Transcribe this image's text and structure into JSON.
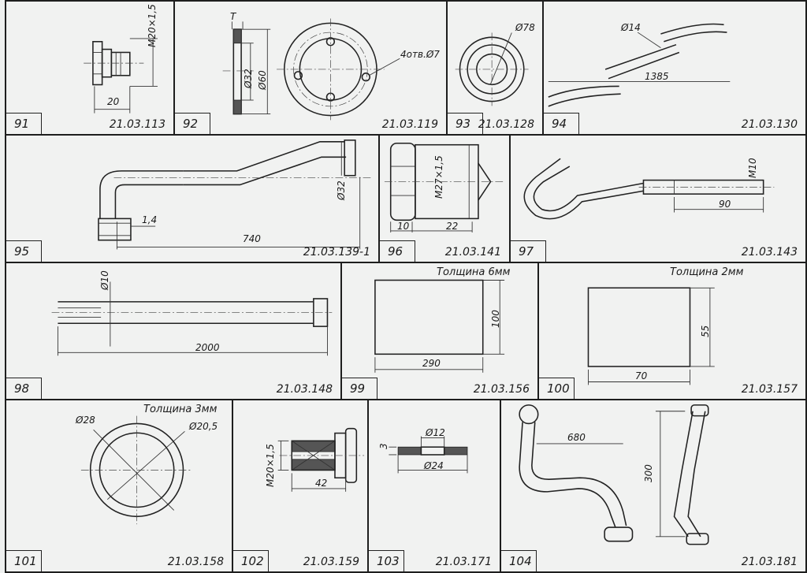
{
  "parts": [
    {
      "num": "91",
      "code": "21.03.113",
      "dims": [
        "M20×1,5",
        "20"
      ]
    },
    {
      "num": "92",
      "code": "21.03.119",
      "dims": [
        "T",
        "Ø32",
        "Ø60",
        "4отв.Ø7"
      ]
    },
    {
      "num": "93",
      "code": "21.03.128",
      "dims": [
        "Ø78"
      ]
    },
    {
      "num": "94",
      "code": "21.03.130",
      "dims": [
        "Ø14",
        "1385"
      ]
    },
    {
      "num": "95",
      "code": "21.03.139-1",
      "dims": [
        "1,4",
        "740",
        "Ø32"
      ]
    },
    {
      "num": "96",
      "code": "21.03.141",
      "dims": [
        "M27×1,5",
        "10",
        "22"
      ]
    },
    {
      "num": "97",
      "code": "21.03.143",
      "dims": [
        "M10",
        "90"
      ]
    },
    {
      "num": "98",
      "code": "21.03.148",
      "dims": [
        "Ø10",
        "2000"
      ]
    },
    {
      "num": "99",
      "code": "21.03.156",
      "dims": [
        "Толщина 6мм",
        "100",
        "290"
      ]
    },
    {
      "num": "100",
      "code": "21.03.157",
      "dims": [
        "Толщина 2мм",
        "55",
        "70"
      ]
    },
    {
      "num": "101",
      "code": "21.03.158",
      "dims": [
        "Ø28",
        "Ø20,5",
        "Толщина 3мм"
      ]
    },
    {
      "num": "102",
      "code": "21.03.159",
      "dims": [
        "M20×1,5",
        "42"
      ]
    },
    {
      "num": "103",
      "code": "21.03.171",
      "dims": [
        "3",
        "Ø12",
        "Ø24"
      ]
    },
    {
      "num": "104",
      "code": "21.03.181",
      "dims": [
        "680",
        "300"
      ]
    }
  ]
}
